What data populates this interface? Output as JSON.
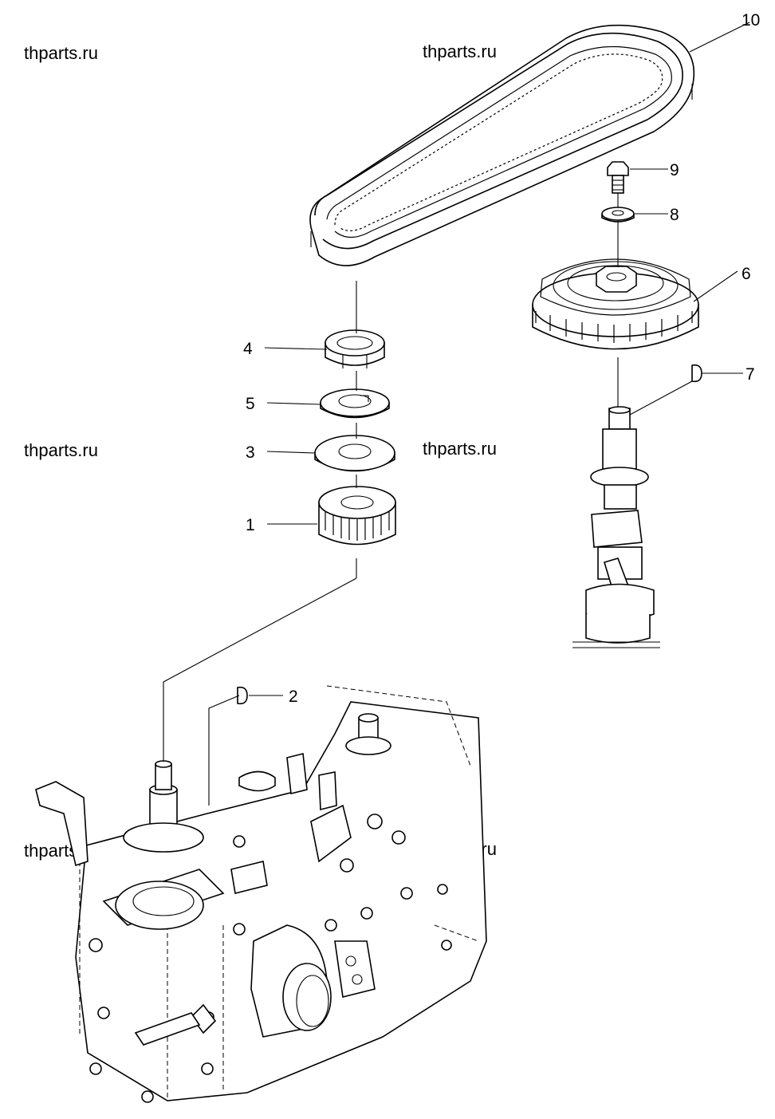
{
  "watermarks": [
    "thparts.ru",
    "thparts.ru",
    "thparts.ru",
    "thparts.ru",
    "thparts.ru",
    "thparts.ru"
  ],
  "callouts": {
    "p1": "1",
    "p2": "2",
    "p3": "3",
    "p4": "4",
    "p5": "5",
    "p6": "6",
    "p7": "7",
    "p8": "8",
    "p9": "9",
    "p10": "10"
  }
}
